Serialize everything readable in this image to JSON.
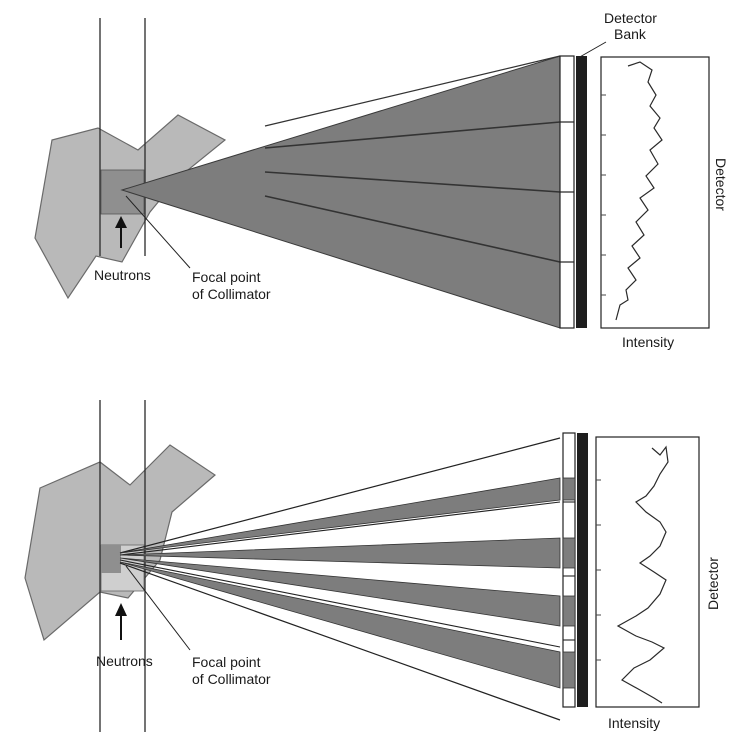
{
  "labels": {
    "detector_bank_line1": "Detector",
    "detector_bank_line2": "Bank",
    "neutrons": "Neutrons",
    "focal_point_line1": "Focal point",
    "focal_point_line2": "of Collimator",
    "intensity": "Intensity",
    "detector": "Detector"
  },
  "colors": {
    "beam": "#7d7d7d",
    "sample": "#b9b9b9",
    "gauge": "#8f8f8f",
    "detector": "#1e1e1e",
    "line": "#2a2a2a"
  }
}
